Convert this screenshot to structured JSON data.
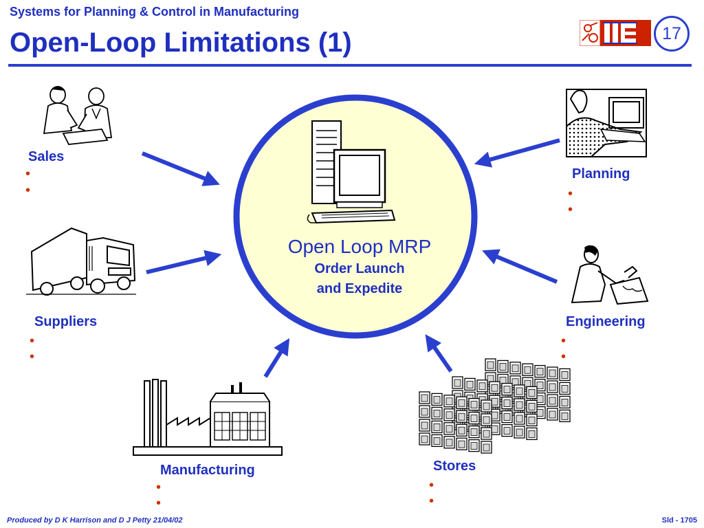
{
  "header": {
    "course_title": "Systems for Planning & Control in Manufacturing",
    "slide_title": "Open-Loop Limitations (1)",
    "slide_number": "17"
  },
  "center": {
    "title": "Open Loop MRP",
    "line1": "Order Launch",
    "line2": "and Expedite"
  },
  "nodes": {
    "sales": "Sales",
    "suppliers": "Suppliers",
    "manufacturing": "Manufacturing",
    "planning": "Planning",
    "engineering": "Engineering",
    "stores": "Stores"
  },
  "bullet_glyph": "•",
  "footer": {
    "credit": "Produced by D K Harrison and D J Petty 21/04/02",
    "slide_ref": "Sld - 1705"
  },
  "colors": {
    "brand_blue": "#1f2fbf",
    "circle_fill": "#ffffd4",
    "bullet_red": "#cc3300"
  }
}
